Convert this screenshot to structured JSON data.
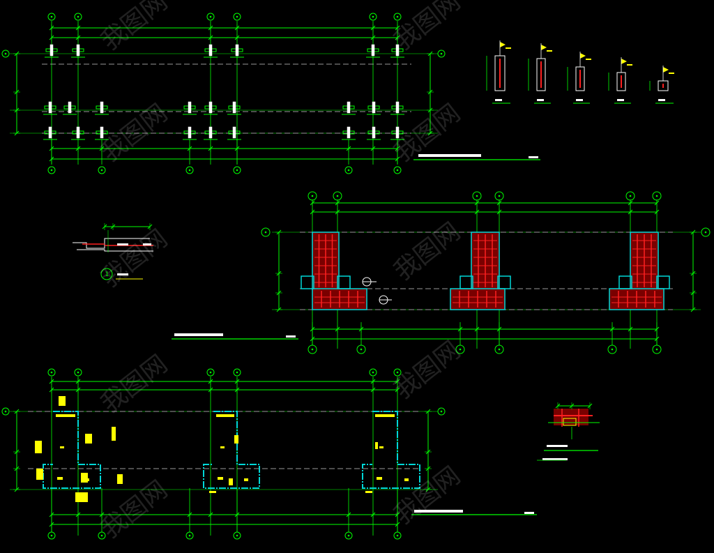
{
  "canvas": {
    "background": "#000000"
  },
  "colors": {
    "axis": "#00ff00",
    "wall_outline": "#00d7d7",
    "rebar": "#ff2020",
    "wall_fill": "#7a0000",
    "label": "#ffff00",
    "bubble": "#00ff00",
    "centerline": "#9a9a9a",
    "white": "#ffffff"
  },
  "watermark": {
    "text": "我图网"
  },
  "detail_bubble": {
    "label": "1"
  },
  "drawing_parts": [
    "top-left-plan",
    "wall-section-details",
    "detail-1",
    "middle-plan",
    "bottom-left-plan",
    "small-node-detail"
  ]
}
